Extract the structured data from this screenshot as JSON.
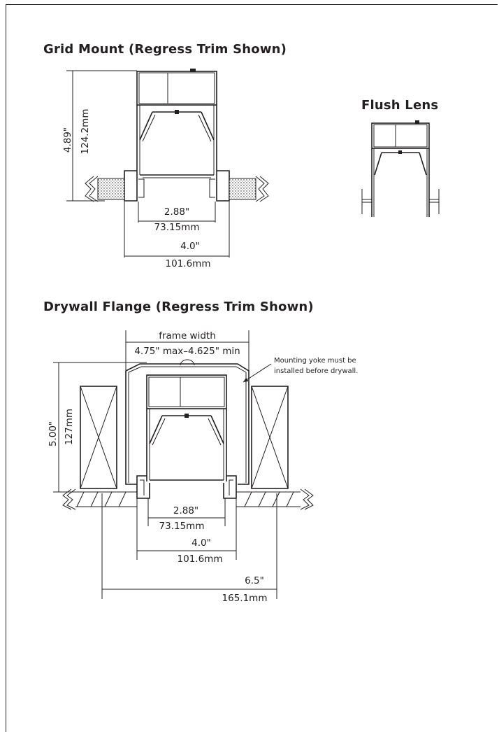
{
  "sections": {
    "grid_mount": {
      "title": "Grid Mount (Regress Trim Shown)",
      "height_in": "4.89\"",
      "height_mm": "124.2mm",
      "aperture_in": "2.88\"",
      "aperture_mm": "73.15mm",
      "width_in": "4.0\"",
      "width_mm": "101.6mm"
    },
    "flush_lens": {
      "title": "Flush Lens"
    },
    "drywall_flange": {
      "title": "Drywall Flange (Regress Trim Shown)",
      "frame_label": "frame width",
      "frame_range": "4.75\" max–4.625\" min",
      "note_line1": "Mounting yoke must be",
      "note_line2": "installed before drywall.",
      "height_in": "5.00\"",
      "height_mm": "127mm",
      "aperture_in": "2.88\"",
      "aperture_mm": "73.15mm",
      "width_in": "4.0\"",
      "width_mm": "101.6mm",
      "overall_in": "6.5\"",
      "overall_mm": "165.1mm"
    }
  },
  "colors": {
    "ink": "#231f20",
    "background": "#ffffff"
  }
}
